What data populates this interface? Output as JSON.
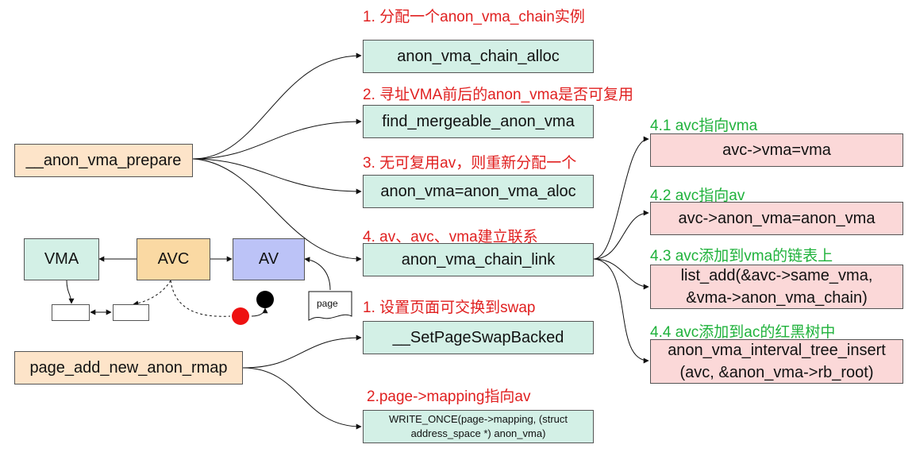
{
  "steps": {
    "s1_label": "1. 分配一个anon_vma_chain实例",
    "s2_label": "2. 寻址VMA前后的anon_vma是否可复用",
    "s3_label": "3. 无可复用av，则重新分配一个",
    "s4_label": "4. av、avc、vma建立联系",
    "p1_label": "1. 设置页面可交换到swap",
    "p2_label": "2.page->mapping指向av",
    "s41_label": "4.1 avc指向vma",
    "s42_label": "4.2 avc指向av",
    "s43_label": "4.3 avc添加到vma的链表上",
    "s44_label": "4.4 avc添加到ac的红黑树中"
  },
  "functions": {
    "anon_vma_prepare": "__anon_vma_prepare",
    "page_add_new_anon_rmap": "page_add_new_anon_rmap",
    "chain_alloc": "anon_vma_chain_alloc",
    "find_mergeable": "find_mergeable_anon_vma",
    "anon_vma_aloc": "anon_vma=anon_vma_aloc",
    "chain_link": "anon_vma_chain_link",
    "set_swap_backed": "__SetPageSwapBacked",
    "write_once_line1": "WRITE_ONCE(page->mapping, (struct",
    "write_once_line2": "address_space *) anon_vma)"
  },
  "sub_ops": {
    "avc_vma": "avc->vma=vma",
    "avc_anon_vma": "avc->anon_vma=anon_vma",
    "list_add_line1": "list_add(&avc->same_vma,",
    "list_add_line2": "&vma->anon_vma_chain)",
    "tree_insert_line1": "anon_vma_interval_tree_insert",
    "tree_insert_line2": "(avc, &anon_vma->rb_root)"
  },
  "mini_diagram": {
    "vma": "VMA",
    "avc": "AVC",
    "av": "AV",
    "page": "page"
  },
  "colors": {
    "step_red": "#e02020",
    "step_green": "#1fb23b",
    "teal_box": "#d3f0e6",
    "peach_box": "#fde4c9",
    "pink_box": "#fbd8d8",
    "avc_box": "#fad9a3",
    "av_box": "#bcc3f7"
  }
}
